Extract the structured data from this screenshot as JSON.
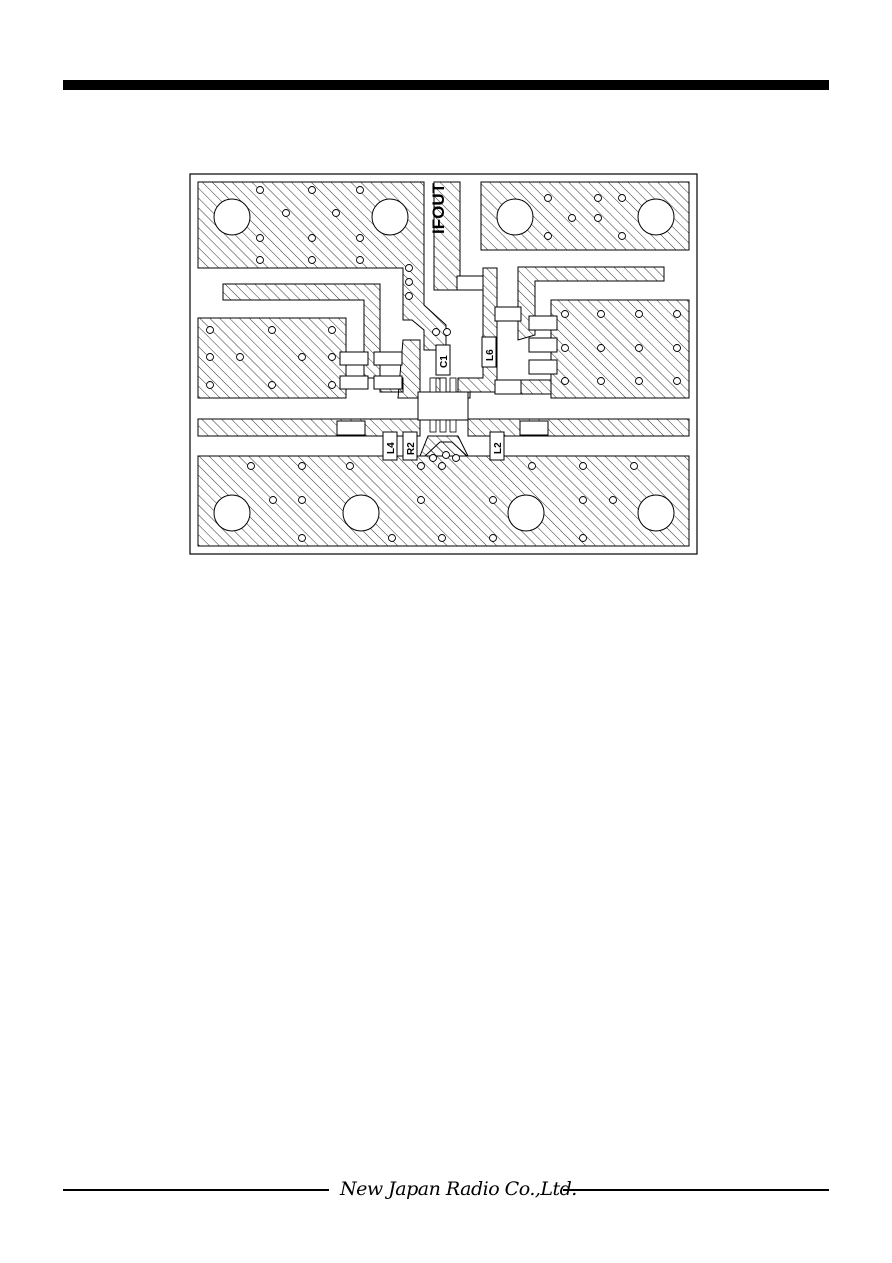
{
  "header": {
    "bar_color": "#000000"
  },
  "board": {
    "labels": {
      "ifout": "IFOUT",
      "c1": "C1",
      "l6": "L6",
      "l4": "L4",
      "r2": "R2",
      "l2": "L2"
    },
    "colors": {
      "outline": "#000000",
      "hatch": "#000000",
      "background": "#ffffff"
    }
  },
  "footer": {
    "company": "New Japan Radio Co.,Ltd."
  }
}
